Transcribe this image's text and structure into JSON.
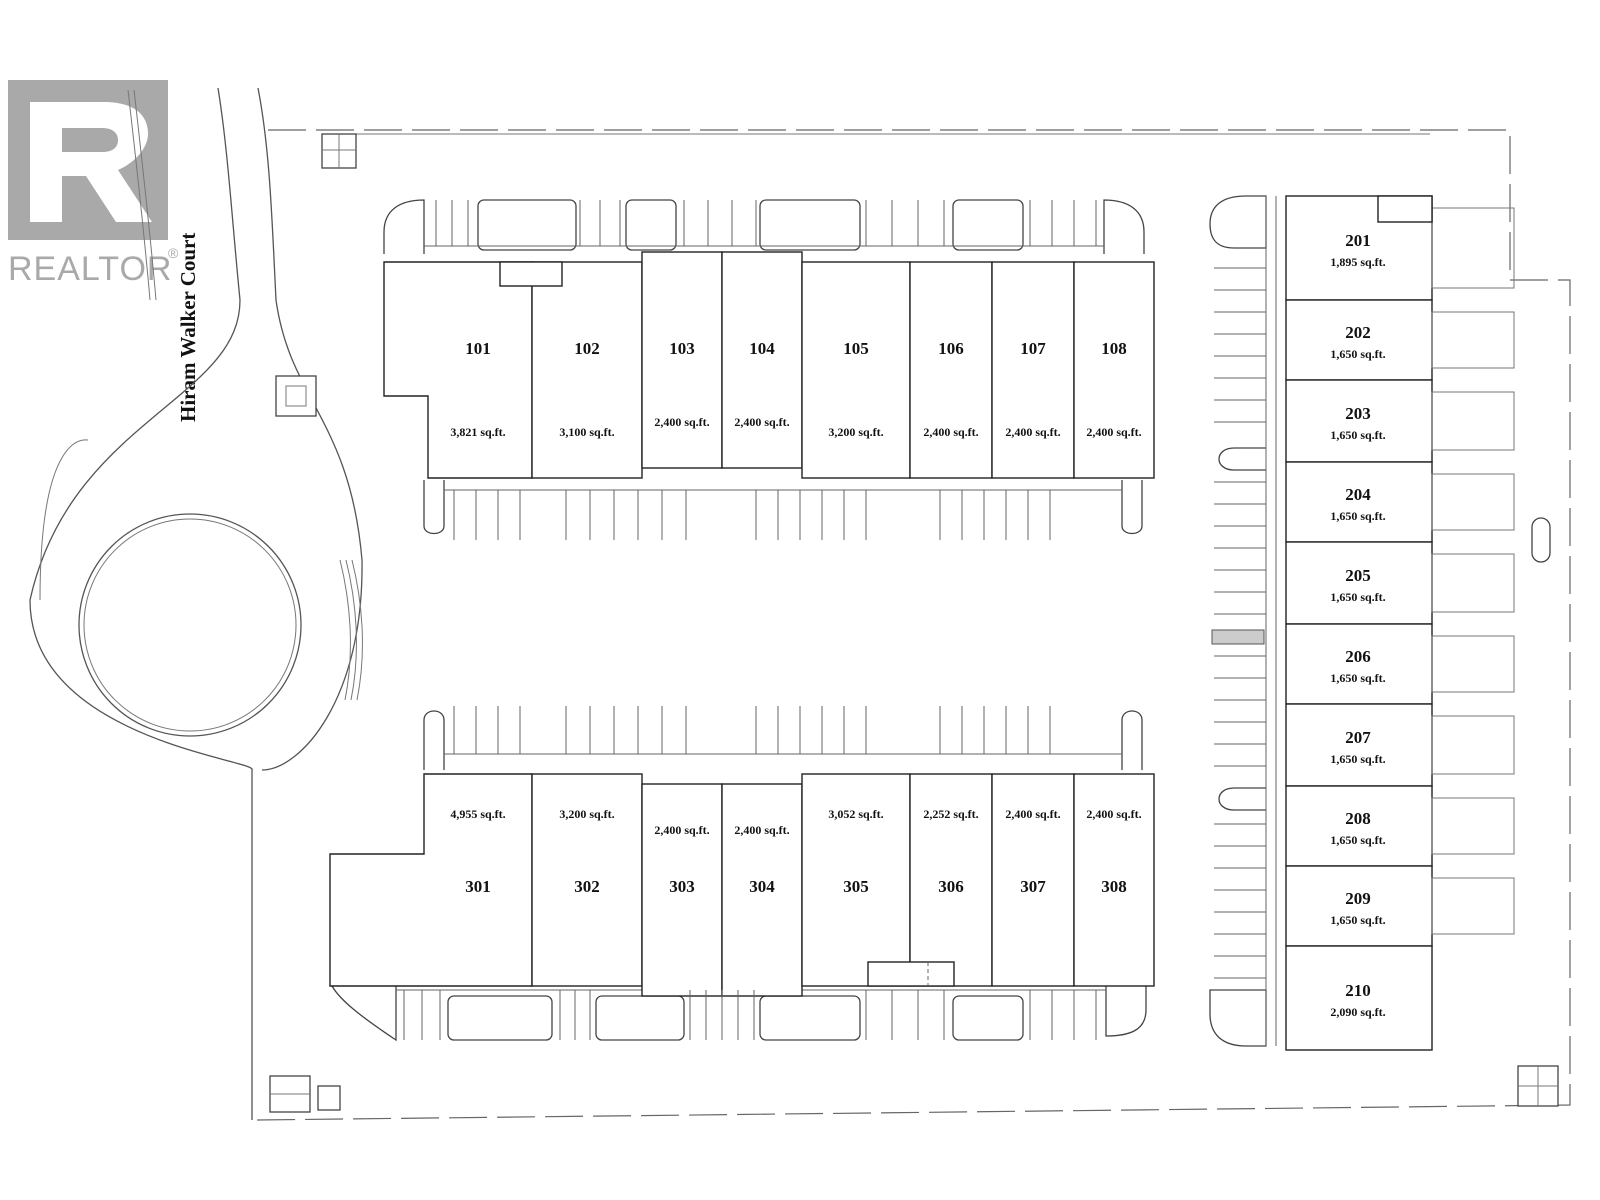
{
  "logo": {
    "text": "REALTOR",
    "mark": "®",
    "color": "#a9a9a9"
  },
  "street": {
    "name": "Hiram Walker Court"
  },
  "units_top": [
    {
      "number": "101",
      "area": "3,821 sq.ft."
    },
    {
      "number": "102",
      "area": "3,100 sq.ft."
    },
    {
      "number": "103",
      "area": "2,400 sq.ft."
    },
    {
      "number": "104",
      "area": "2,400 sq.ft."
    },
    {
      "number": "105",
      "area": "3,200 sq.ft."
    },
    {
      "number": "106",
      "area": "2,400 sq.ft."
    },
    {
      "number": "107",
      "area": "2,400 sq.ft."
    },
    {
      "number": "108",
      "area": "2,400 sq.ft."
    }
  ],
  "units_bottom": [
    {
      "number": "301",
      "area": "4,955 sq.ft."
    },
    {
      "number": "302",
      "area": "3,200 sq.ft."
    },
    {
      "number": "303",
      "area": "2,400 sq.ft."
    },
    {
      "number": "304",
      "area": "2,400 sq.ft."
    },
    {
      "number": "305",
      "area": "3,052 sq.ft."
    },
    {
      "number": "306",
      "area": "2,252 sq.ft."
    },
    {
      "number": "307",
      "area": "2,400 sq.ft."
    },
    {
      "number": "308",
      "area": "2,400 sq.ft."
    }
  ],
  "units_right": [
    {
      "number": "201",
      "area": "1,895 sq.ft."
    },
    {
      "number": "202",
      "area": "1,650 sq.ft."
    },
    {
      "number": "203",
      "area": "1,650 sq.ft."
    },
    {
      "number": "204",
      "area": "1,650 sq.ft."
    },
    {
      "number": "205",
      "area": "1,650 sq.ft."
    },
    {
      "number": "206",
      "area": "1,650 sq.ft."
    },
    {
      "number": "207",
      "area": "1,650 sq.ft."
    },
    {
      "number": "208",
      "area": "1,650 sq.ft."
    },
    {
      "number": "209",
      "area": "1,650 sq.ft."
    },
    {
      "number": "210",
      "area": "2,090 sq.ft."
    }
  ]
}
